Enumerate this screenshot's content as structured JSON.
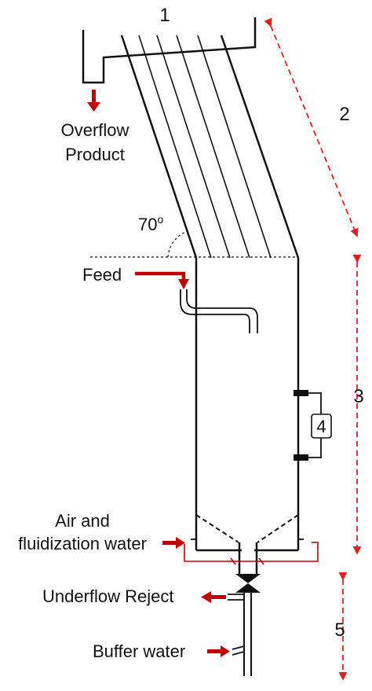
{
  "labels": {
    "n1": "1",
    "n2": "2",
    "n3": "3",
    "n4": "4",
    "n5": "5",
    "overflow_line1": "Overflow",
    "overflow_line2": "Product",
    "angle": "70",
    "angle_unit": "o",
    "feed": "Feed",
    "air_line1": "Air and",
    "air_line2": "fluidization water",
    "underflow": "Underflow Reject",
    "buffer": "Buffer water"
  },
  "colors": {
    "line": "#111111",
    "arrow": "#c00000",
    "dimension": "#e02020"
  }
}
